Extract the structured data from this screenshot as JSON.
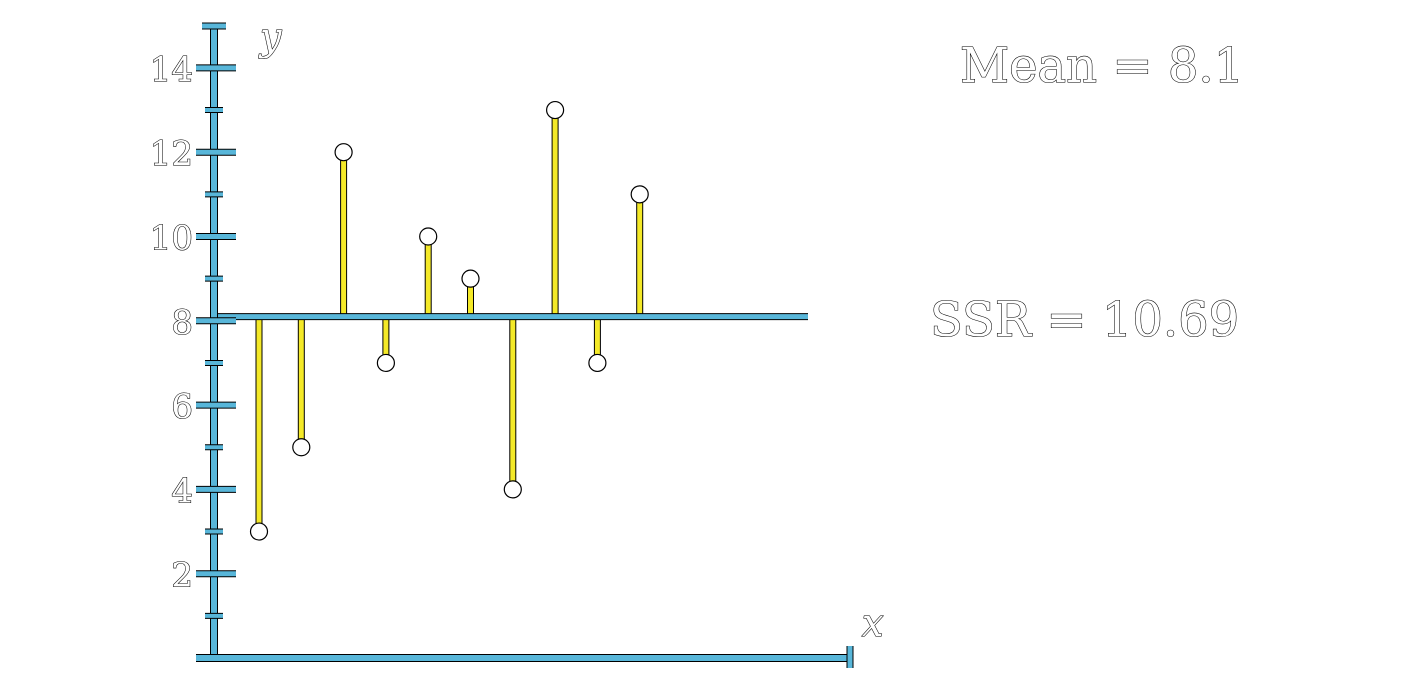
{
  "chart_data": {
    "type": "scatter",
    "title": "",
    "xlabel": "x",
    "ylabel": "y",
    "ylim": [
      0,
      15
    ],
    "yticks_major": [
      2,
      4,
      6,
      8,
      10,
      12,
      14
    ],
    "yticks_minor": [
      1,
      3,
      5,
      7,
      9,
      11,
      13
    ],
    "ytick_labels": [
      "2",
      "4",
      "6",
      "8",
      "10",
      "12",
      "14"
    ],
    "grid": false,
    "points": [
      {
        "x": 1,
        "y": 3
      },
      {
        "x": 2,
        "y": 5
      },
      {
        "x": 3,
        "y": 12
      },
      {
        "x": 4,
        "y": 7
      },
      {
        "x": 5,
        "y": 10
      },
      {
        "x": 6,
        "y": 9
      },
      {
        "x": 7,
        "y": 4
      },
      {
        "x": 8,
        "y": 13
      },
      {
        "x": 9,
        "y": 7
      },
      {
        "x": 10,
        "y": 11
      }
    ],
    "mean": 8.1,
    "residual_color": "#f4e928",
    "axis_color": "#58b6d9",
    "annotations": {
      "mean_text": "Mean = 8.1",
      "ssr_text": "SSR = 10.69"
    }
  }
}
